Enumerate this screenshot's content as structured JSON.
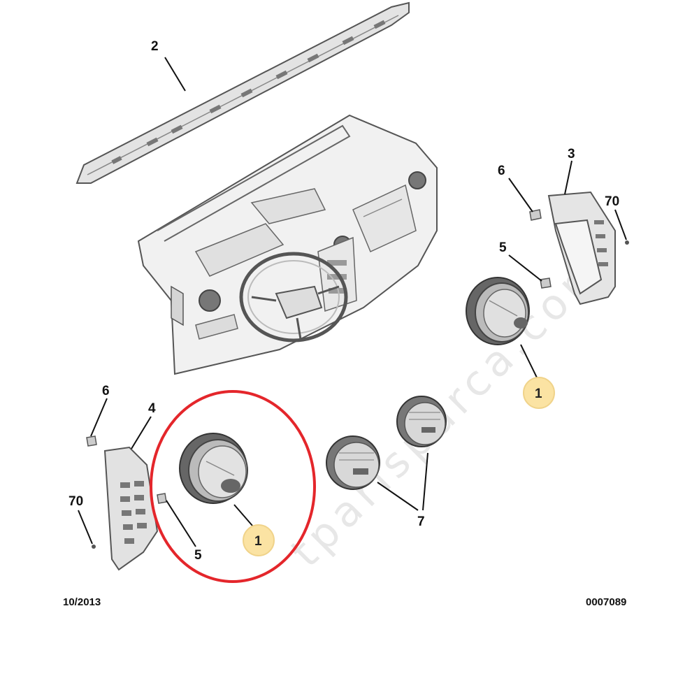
{
  "diagram": {
    "watermark": "tparisparca.com",
    "callouts": {
      "dash_cap": "2",
      "right_bracket": "3",
      "left_bracket": "4",
      "screw_right_upper": "6",
      "clip_right": "5",
      "bolt_right": "70",
      "vent_right": "1",
      "vent_left": "1",
      "screw_left_upper": "6",
      "bolt_left": "70",
      "clip_left": "5",
      "center_vents": "7"
    },
    "footer": {
      "date": "10/2013",
      "reference": "0007089"
    },
    "colors": {
      "highlight_ring": "#e4262b",
      "badge_fill": "#fbe3a3",
      "part_fill": "#e9e9e9",
      "part_stroke": "#555555"
    }
  }
}
